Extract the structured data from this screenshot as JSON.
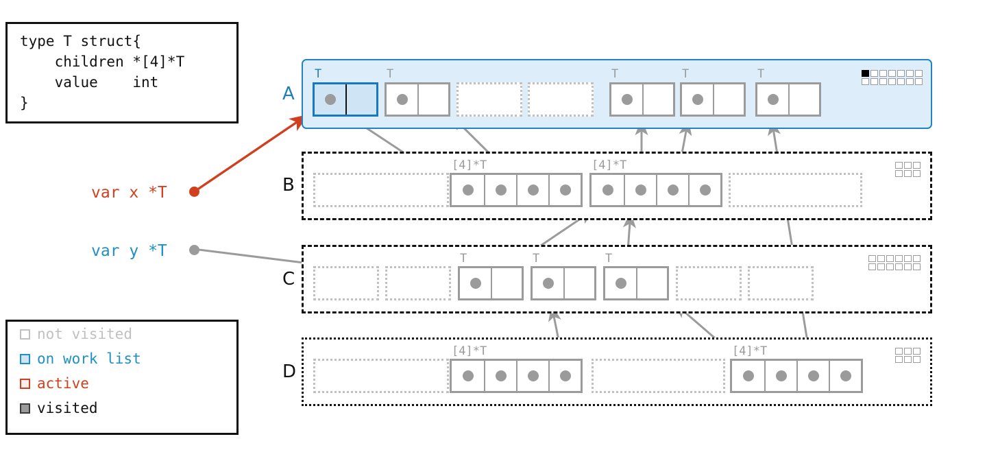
{
  "code_box": {
    "name": "type-definition",
    "text": "type T struct{\n    children *[4]*T\n    value    int\n}"
  },
  "legend": {
    "title": "state-legend",
    "items": [
      {
        "label": "not visited",
        "color": "#c0c0c0"
      },
      {
        "label": "on work list",
        "color": "#1f8fc4"
      },
      {
        "label": "active",
        "color": "#d0401e"
      },
      {
        "label": "visited",
        "color": "#3a3a3a"
      }
    ]
  },
  "variables": [
    {
      "name": "var-x",
      "label": "var x *T",
      "color": "#d0401e"
    },
    {
      "name": "var-y",
      "label": "var y *T",
      "color": "#1f8fc4"
    }
  ],
  "rows": [
    {
      "letter": "A",
      "letter_color": "#1f7fb5",
      "state": "on work list",
      "grid_icon": {
        "cols": 7,
        "rows": 2,
        "filled": 1
      },
      "slots": [
        {
          "kind": "T",
          "caption": "T",
          "caption_color": "#1f7fb5",
          "state": "active",
          "cells": [
            {
              "dot": true
            },
            {
              "dot": false
            }
          ]
        },
        {
          "kind": "T",
          "caption": "T",
          "caption_color": "#9b9b9b",
          "state": "visited",
          "cells": [
            {
              "dot": true
            },
            {
              "dot": false
            }
          ]
        },
        {
          "kind": "empty",
          "caption": "",
          "state": "not visited"
        },
        {
          "kind": "empty",
          "caption": "",
          "state": "not visited"
        },
        {
          "kind": "T",
          "caption": "T",
          "caption_color": "#9b9b9b",
          "state": "visited",
          "cells": [
            {
              "dot": true
            },
            {
              "dot": false
            }
          ]
        },
        {
          "kind": "T",
          "caption": "T",
          "caption_color": "#9b9b9b",
          "state": "visited",
          "cells": [
            {
              "dot": true
            },
            {
              "dot": false
            }
          ]
        },
        {
          "kind": "T",
          "caption": "T",
          "caption_color": "#9b9b9b",
          "state": "visited",
          "cells": [
            {
              "dot": true
            },
            {
              "dot": false
            }
          ]
        }
      ]
    },
    {
      "letter": "B",
      "letter_color": "#111111",
      "grid_icon": {
        "cols": 3,
        "rows": 2,
        "filled": 0
      },
      "slots": [
        {
          "kind": "blank",
          "caption": ""
        },
        {
          "kind": "arr4",
          "caption": "[4]*T",
          "cells": [
            {
              "dot": true
            },
            {
              "dot": true
            },
            {
              "dot": true
            },
            {
              "dot": true
            }
          ]
        },
        {
          "kind": "arr4",
          "caption": "[4]*T",
          "cells": [
            {
              "dot": true
            },
            {
              "dot": true
            },
            {
              "dot": true
            },
            {
              "dot": true
            }
          ]
        },
        {
          "kind": "blank",
          "caption": ""
        }
      ]
    },
    {
      "letter": "C",
      "letter_color": "#111111",
      "grid_icon": {
        "cols": 6,
        "rows": 2,
        "filled": 0
      },
      "slots": [
        {
          "kind": "empty",
          "caption": ""
        },
        {
          "kind": "empty",
          "caption": ""
        },
        {
          "kind": "T",
          "caption": "T",
          "caption_color": "#9b9b9b",
          "cells": [
            {
              "dot": true
            },
            {
              "dot": false
            }
          ]
        },
        {
          "kind": "T",
          "caption": "T",
          "caption_color": "#9b9b9b",
          "cells": [
            {
              "dot": true
            },
            {
              "dot": false
            }
          ]
        },
        {
          "kind": "T",
          "caption": "T",
          "caption_color": "#9b9b9b",
          "cells": [
            {
              "dot": true
            },
            {
              "dot": false
            }
          ]
        },
        {
          "kind": "empty",
          "caption": ""
        },
        {
          "kind": "empty",
          "caption": ""
        }
      ]
    },
    {
      "letter": "D",
      "letter_color": "#111111",
      "grid_icon": {
        "cols": 3,
        "rows": 2,
        "filled": 0
      },
      "slots": [
        {
          "kind": "blank",
          "caption": ""
        },
        {
          "kind": "arr4",
          "caption": "[4]*T",
          "cells": [
            {
              "dot": true
            },
            {
              "dot": true
            },
            {
              "dot": true
            },
            {
              "dot": true
            }
          ]
        },
        {
          "kind": "blank",
          "caption": ""
        },
        {
          "kind": "arr4",
          "caption": "[4]*T",
          "cells": [
            {
              "dot": true
            },
            {
              "dot": true
            },
            {
              "dot": true
            },
            {
              "dot": true
            }
          ]
        }
      ]
    }
  ],
  "colors": {
    "active": "#d0401e",
    "worklist": "#1f8fc4",
    "visited": "#3a3a3a",
    "notvisited": "#c0c0c0",
    "pointer": "#9b9b9b",
    "row_a_fill": "#ddeefa",
    "row_a_border": "#2183c4"
  }
}
